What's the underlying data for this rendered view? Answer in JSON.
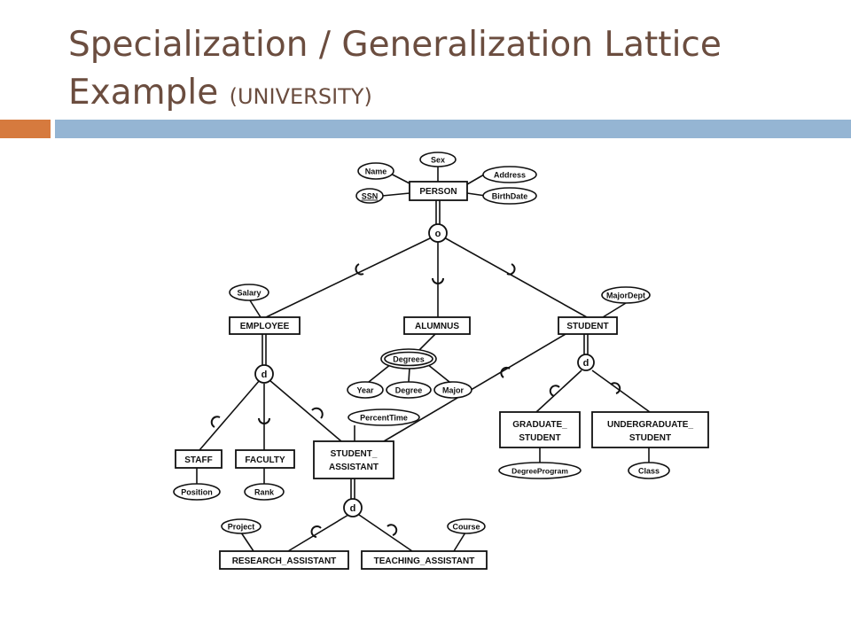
{
  "title": {
    "main": "Specialization / Generalization Lattice",
    "line2": "Example",
    "suffix": "(UNIVERSITY)"
  },
  "colors": {
    "title_text": "#6b4d3f",
    "accent_orange": "#d67a3e",
    "accent_blue": "#95b5d3"
  },
  "diagram": {
    "entities": {
      "person": "PERSON",
      "employee": "EMPLOYEE",
      "alumnus": "ALUMNUS",
      "student": "STUDENT",
      "staff": "STAFF",
      "faculty": "FACULTY",
      "student_assistant_1": "STUDENT_",
      "student_assistant_2": "ASSISTANT",
      "graduate_student_1": "GRADUATE_",
      "graduate_student_2": "STUDENT",
      "undergraduate_student_1": "UNDERGRADUATE_",
      "undergraduate_student_2": "STUDENT",
      "research_assistant": "RESEARCH_ASSISTANT",
      "teaching_assistant": "TEACHING_ASSISTANT"
    },
    "attributes": {
      "name": "Name",
      "sex": "Sex",
      "address": "Address",
      "ssn": "SSN",
      "birthdate": "BirthDate",
      "salary": "Salary",
      "majordept": "MajorDept",
      "degrees": "Degrees",
      "year": "Year",
      "degree": "Degree",
      "major": "Major",
      "percenttime": "PercentTime",
      "degreeprogram": "DegreeProgram",
      "class": "Class",
      "position": "Position",
      "rank": "Rank",
      "project": "Project",
      "course": "Course"
    },
    "constraints": {
      "person_overlap": "o",
      "employee_disjoint": "d",
      "student_disjoint": "d",
      "student_assistant_disjoint": "d"
    }
  }
}
